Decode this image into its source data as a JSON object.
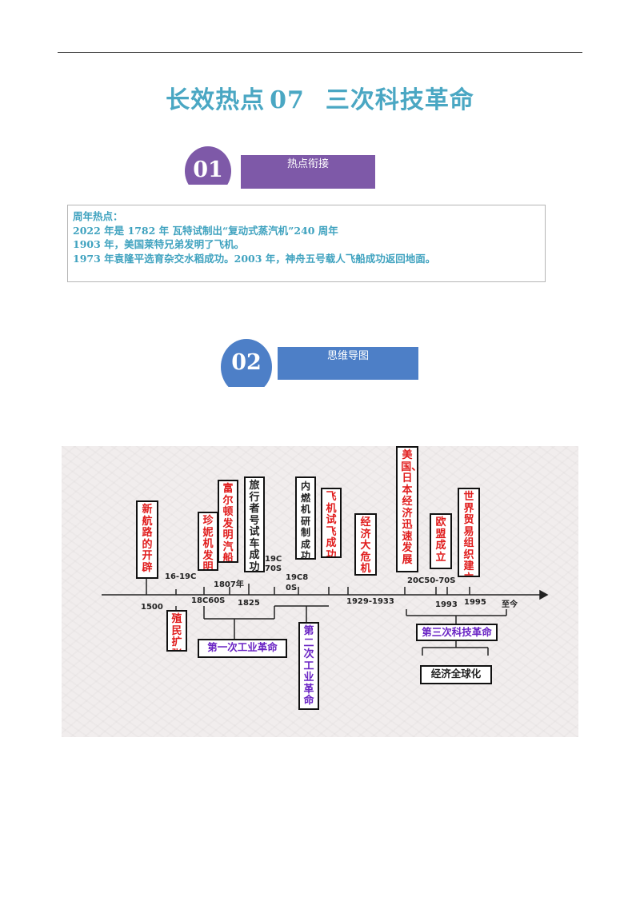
{
  "header": {
    "title_main": "长效热点",
    "title_num": "07",
    "title_topic": "三次科技革命"
  },
  "section1": {
    "badge": "01",
    "label": "热点衔接"
  },
  "hot_box": {
    "lines": [
      "周年热点：",
      "2022 年是 1782 年 瓦特试制出“复动式蒸汽机”240 周年",
      "1903 年，美国莱特兄弟发明了飞机。",
      "1973 年袁隆平选育杂交水稻成功。2003 年，神舟五号载人飞船成功返回地面。"
    ]
  },
  "section2": {
    "badge": "02",
    "label": "思维导图"
  },
  "mindmap": {
    "boxes": [
      {
        "text": "新航路的开辟"
      },
      {
        "text": "珍妮机发明"
      },
      {
        "text": "富尔顿发明汽船"
      },
      {
        "text": "旅行者号试车成功"
      },
      {
        "text": "内燃机研制成功"
      },
      {
        "text": "飞机试飞成功"
      },
      {
        "text": "经济大危机"
      },
      {
        "text": "美国、日本经济迅速发展"
      },
      {
        "text": "欧盟成立"
      },
      {
        "text": "世界贸易组织建立"
      },
      {
        "text": "殖民扩张"
      },
      {
        "text": "第二次工业革命"
      }
    ],
    "labels": {
      "l_1500": "1500",
      "l_16_19c": "16-19C",
      "l_1807": "1807年",
      "l_18c60s": "18C60S",
      "l_1825": "1825",
      "l_19c70s": "19C70S",
      "l_19c80s": "19C80S",
      "l_1929": "1929-1933",
      "l_20c": "20C50-70S",
      "l_1993": "1993",
      "l_1995": "1995",
      "l_now": "至今"
    },
    "first_revolution": "第一次工业革命",
    "third_revolution": "第三次科技革命",
    "globalization": "经济全球化"
  }
}
